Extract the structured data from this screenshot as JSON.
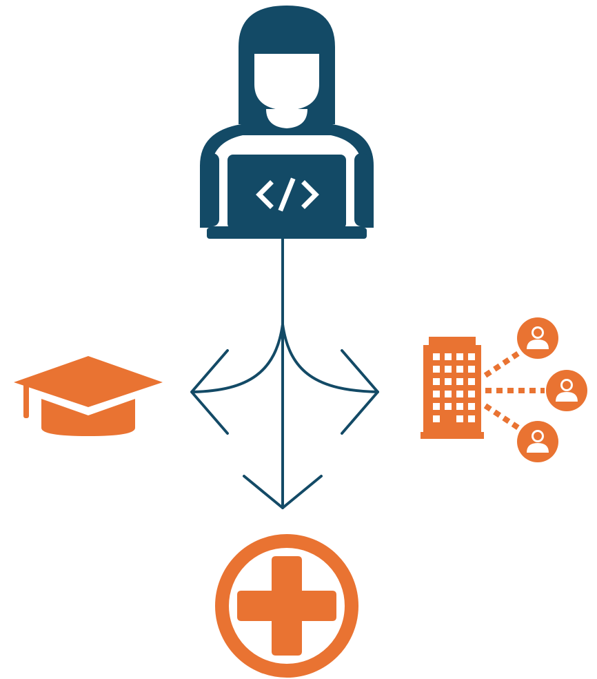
{
  "colors": {
    "primary": "#134a66",
    "accent": "#e97332",
    "background": "#ffffff"
  },
  "icons": {
    "source": "developer-icon",
    "laptop_glyph": "code-brackets-icon",
    "left_target": "graduation-cap-icon",
    "right_target": "office-building-network-icon",
    "bottom_target": "medical-cross-icon"
  },
  "flows": [
    "flow-arrow-left",
    "flow-arrow-down",
    "flow-arrow-right"
  ]
}
